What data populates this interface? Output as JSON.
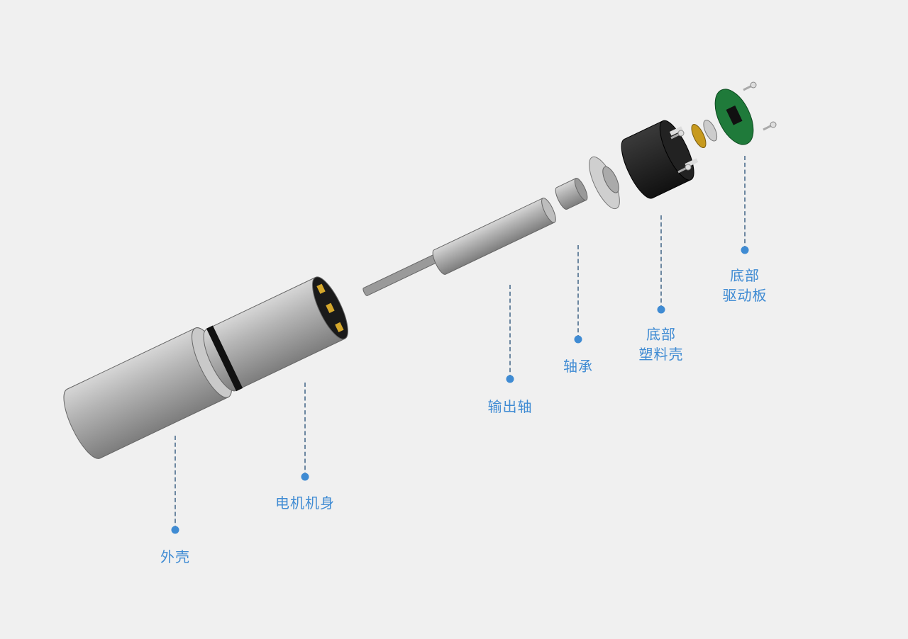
{
  "diagram": {
    "accent_color": "#3f8bd3",
    "labels": [
      {
        "id": "shell",
        "lines": [
          "外壳"
        ]
      },
      {
        "id": "motor-body",
        "lines": [
          "电机机身"
        ]
      },
      {
        "id": "output-shaft",
        "lines": [
          "输出轴"
        ]
      },
      {
        "id": "bearing",
        "lines": [
          "轴承"
        ]
      },
      {
        "id": "plastic-housing",
        "lines": [
          "底部",
          "塑料壳"
        ]
      },
      {
        "id": "driver-board",
        "lines": [
          "底部",
          "驱动板"
        ]
      }
    ]
  }
}
